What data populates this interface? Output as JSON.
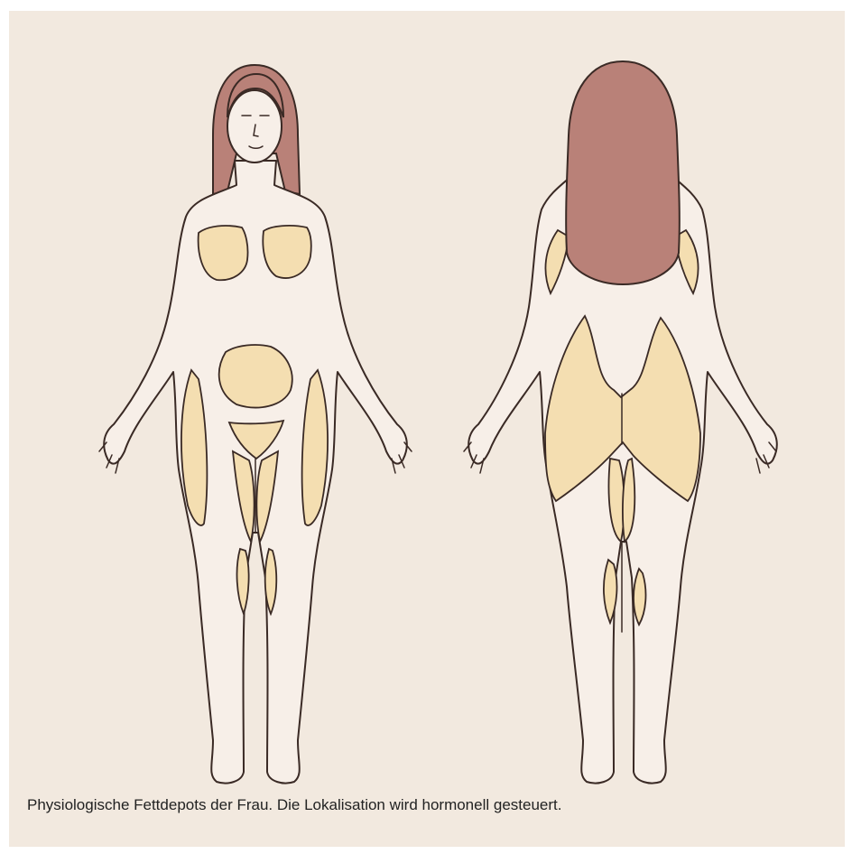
{
  "caption": "Physiologische Fettdepots der Frau. Die Lokalisation wird hormonell gesteuert.",
  "colors": {
    "background": "#f2e9df",
    "skin": "#f7efe8",
    "hair": "#b98178",
    "fat_depot": "#f4deb1",
    "outline": "#3a2a25"
  },
  "figures": [
    {
      "view": "front"
    },
    {
      "view": "back"
    }
  ]
}
